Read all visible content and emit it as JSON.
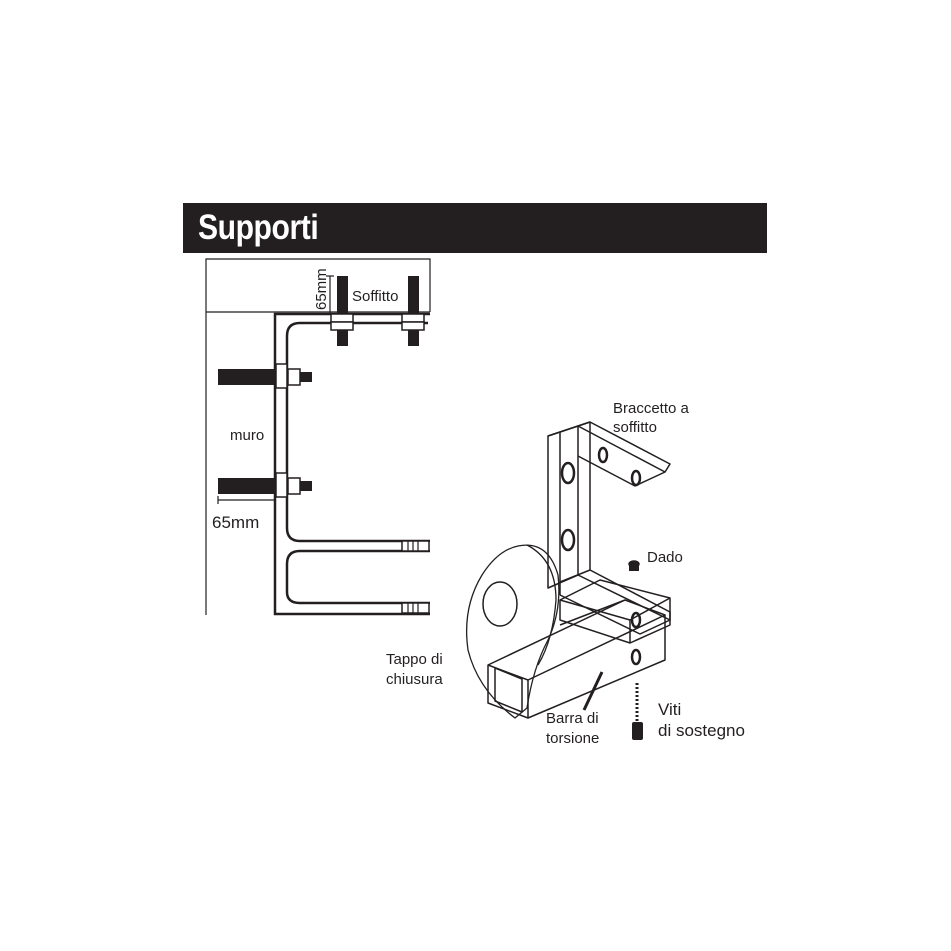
{
  "title": "Supporti",
  "left_diagram": {
    "ceiling_label": "Soffitto",
    "ceiling_dimension": "65mm",
    "wall_label": "muro",
    "wall_dimension": "65mm"
  },
  "right_diagram": {
    "bracket_label_line1": "Braccetto a",
    "bracket_label_line2": "soffitto",
    "nut_label": "Dado",
    "end_cap_label_line1": "Tappo di",
    "end_cap_label_line2": "chiusura",
    "torsion_bar_label_line1": "Barra di",
    "torsion_bar_label_line2": "torsione",
    "screws_label_line1": "Viti",
    "screws_label_line2": "di sostegno"
  }
}
